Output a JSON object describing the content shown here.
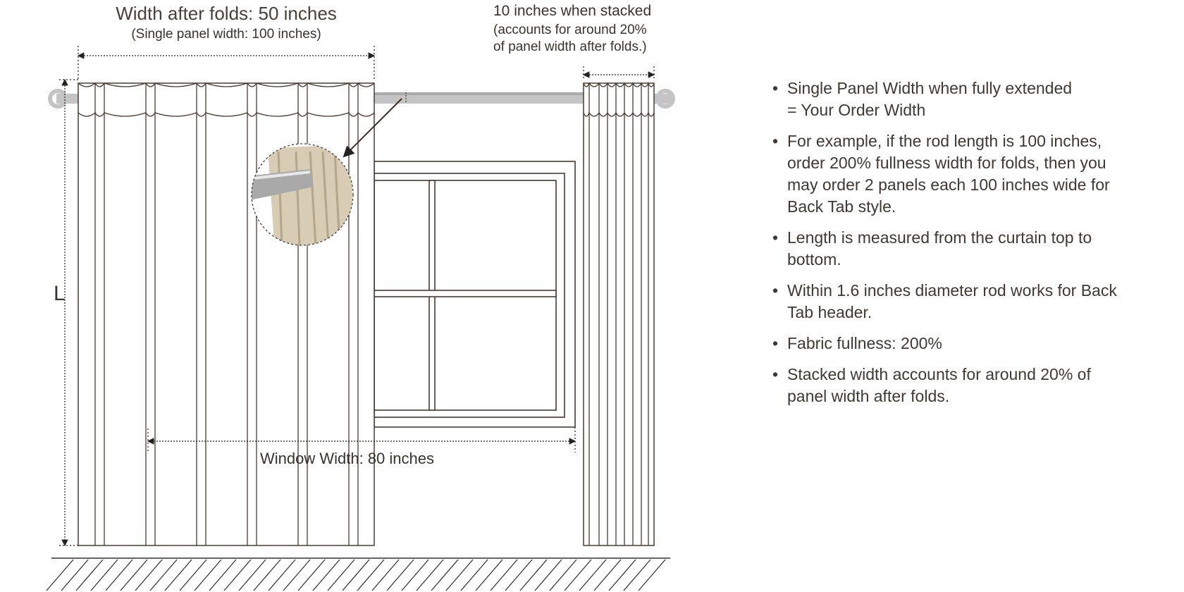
{
  "diagram": {
    "title": "Width after folds: 50 inches",
    "subtitle": "(Single panel width: 100 inches)",
    "stacked": [
      "10 inches when stacked",
      "(accounts for around 20%",
      "of panel width after folds.)"
    ],
    "length_label": "L",
    "window_width_label": "Window Width: 80 inches"
  },
  "notes": [
    {
      "lines": [
        "Single Panel Width when fully extended",
        "= Your Order Width"
      ]
    },
    {
      "lines": [
        "For example, if the rod length is 100 inches,",
        "order 200% fullness width for folds, then you",
        "may order 2 panels each 100 inches wide for",
        "Back Tab style."
      ]
    },
    {
      "lines": [
        "Length is measured from the curtain top to",
        "bottom."
      ]
    },
    {
      "lines": [
        "Within 1.6 inches diameter rod works for Back",
        "Tab header."
      ]
    },
    {
      "lines": [
        "Fabric fullness: 200%"
      ]
    },
    {
      "lines": [
        "Stacked width accounts for around 20% of",
        "panel width after folds."
      ]
    }
  ],
  "colors": {
    "line": "#4a3a32",
    "rod": "#bdbdbd",
    "fabric": "#d8ccb4"
  }
}
